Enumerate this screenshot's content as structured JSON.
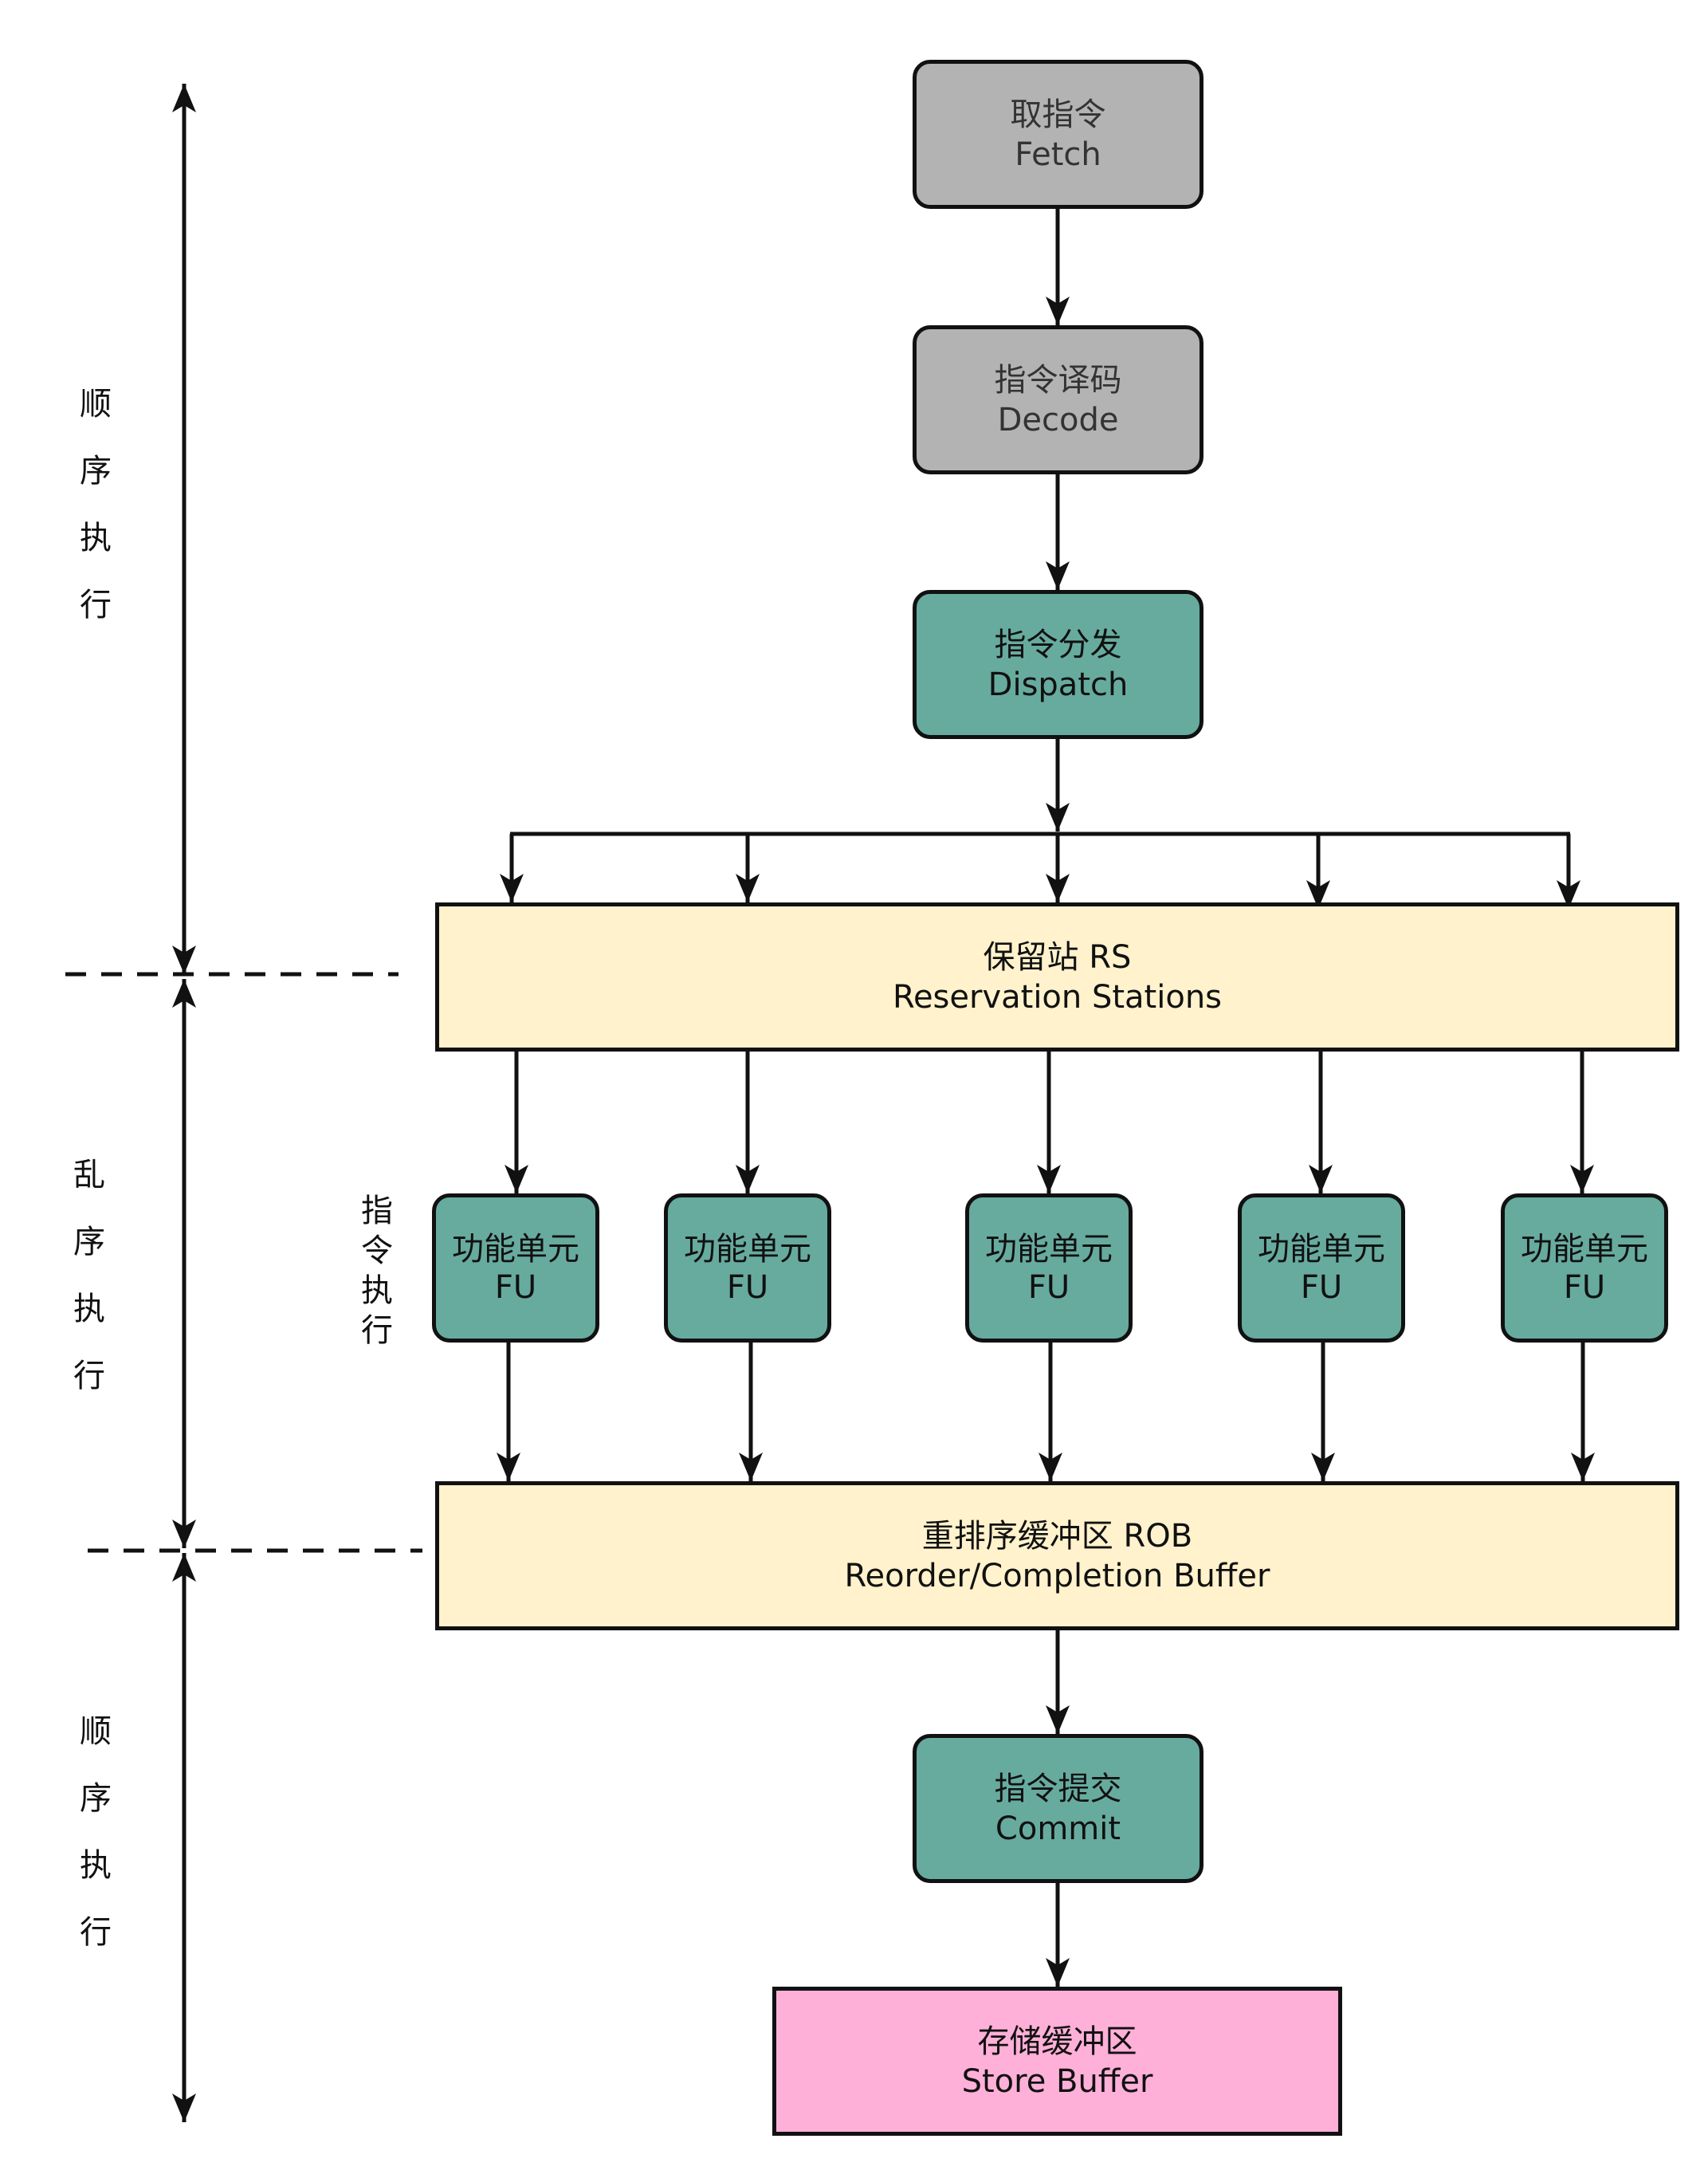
{
  "phases": {
    "in_order_top": [
      "顺",
      "序",
      "执",
      "行"
    ],
    "out_of_order": [
      "乱",
      "序",
      "执",
      "行"
    ],
    "in_order_bottom": [
      "顺",
      "序",
      "执",
      "行"
    ],
    "execute_label": [
      "指",
      "令",
      "执",
      "行"
    ]
  },
  "pipeline": {
    "fetch": {
      "zh": "取指令",
      "en": "Fetch"
    },
    "decode": {
      "zh": "指令译码",
      "en": "Decode"
    },
    "dispatch": {
      "zh": "指令分发",
      "en": "Dispatch"
    },
    "rs": {
      "zh": "保留站 RS",
      "en": "Reservation Stations"
    },
    "rob": {
      "zh": "重排序缓冲区 ROB",
      "en": "Reorder/Completion Buffer"
    },
    "commit": {
      "zh": "指令提交",
      "en": "Commit"
    },
    "store_buffer": {
      "zh": "存储缓冲区",
      "en": "Store Buffer"
    }
  },
  "functional_units": [
    {
      "zh": "功能单元",
      "en": "FU"
    },
    {
      "zh": "功能单元",
      "en": "FU"
    },
    {
      "zh": "功能单元",
      "en": "FU"
    },
    {
      "zh": "功能单元",
      "en": "FU"
    },
    {
      "zh": "功能单元",
      "en": "FU"
    }
  ],
  "colors": {
    "frontend": "#b3b3b3",
    "active_stage": "#67ab9f",
    "buffer": "#fff2cc",
    "store_buffer": "#ffb0d8",
    "line": "#111111"
  }
}
